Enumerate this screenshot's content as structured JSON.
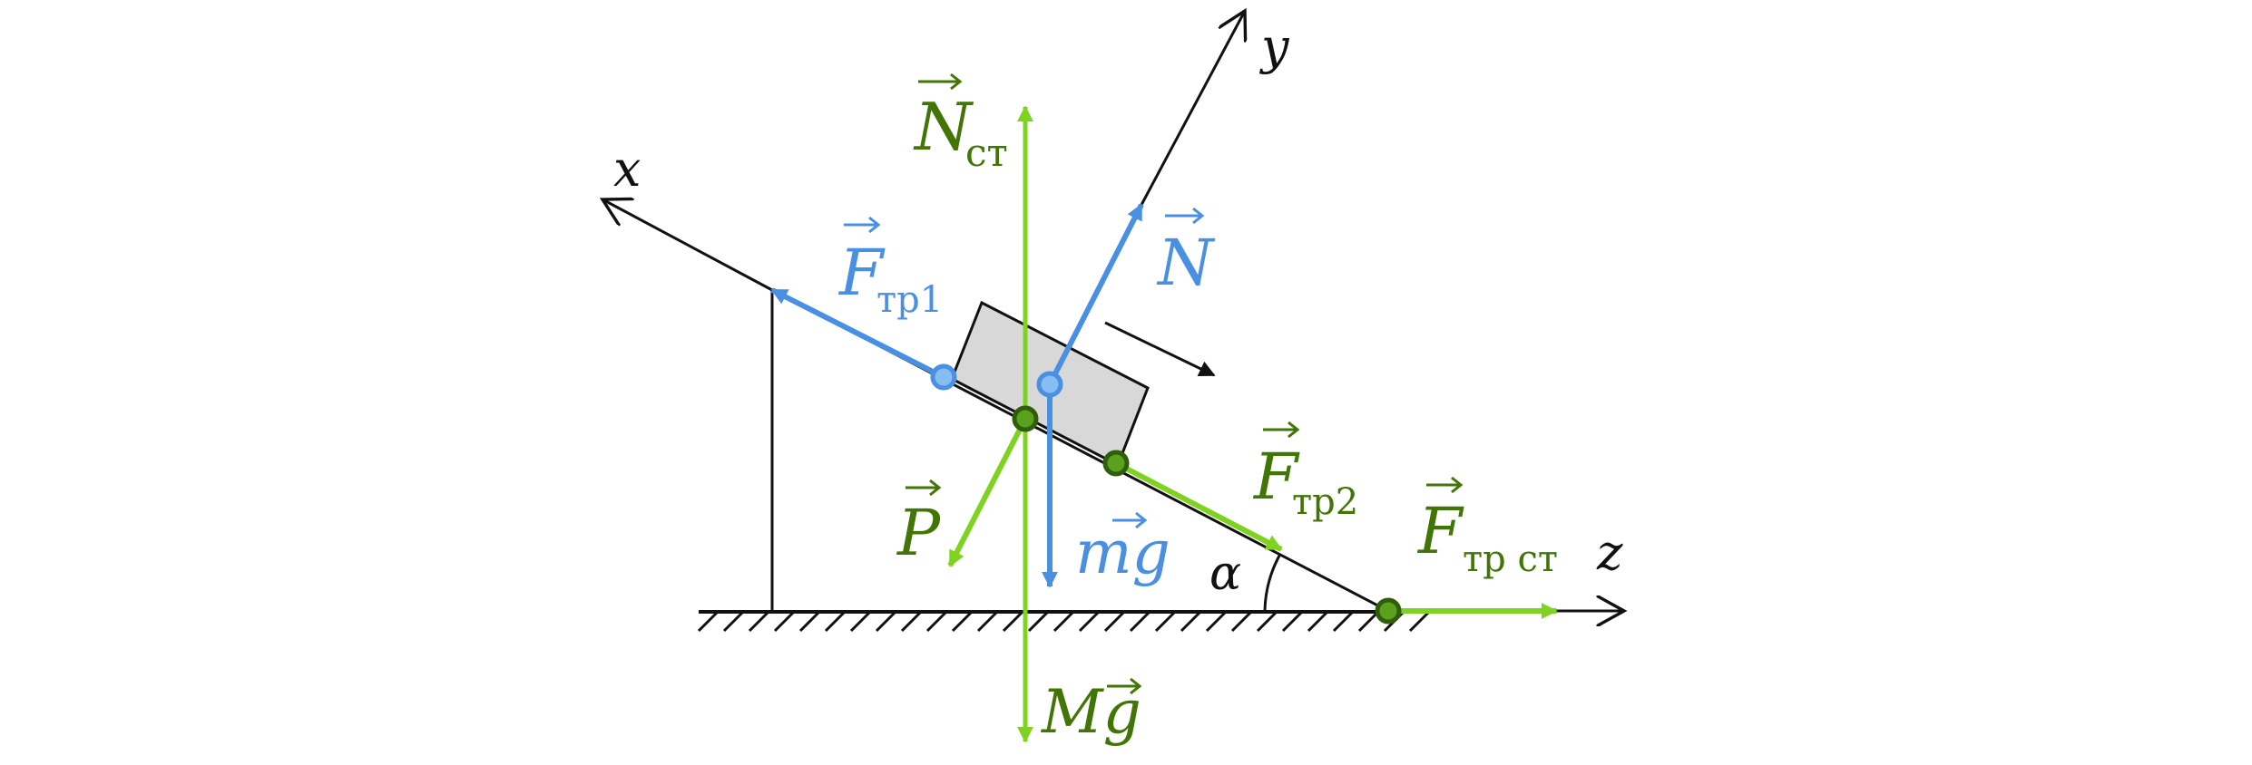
{
  "axes": {
    "x": "x",
    "y": "y",
    "z": "z"
  },
  "angle": "α",
  "labels": {
    "n_st": {
      "main": "N",
      "sub": "ст"
    },
    "f_tr1": {
      "main": "F",
      "sub": "тр1"
    },
    "n": {
      "main": "N"
    },
    "f_tr2": {
      "main": "F",
      "sub": "тр2"
    },
    "f_tr_st": {
      "main": "F",
      "sub": "тр ст"
    },
    "p": {
      "main": "P"
    },
    "mg_small": {
      "main": "mg"
    },
    "mg_big": {
      "main": "Mg"
    }
  },
  "colors": {
    "blue_force": "#4a90e2",
    "green_force": "#7ed321",
    "green_text": "#417505",
    "line": "#111111",
    "block_fill": "#d8d8d8",
    "block_stroke": "#111111",
    "blue_point_fill": "#86bdf2",
    "green_point_fill": "#5aa11d",
    "green_point_stroke": "#2f5d0a"
  }
}
